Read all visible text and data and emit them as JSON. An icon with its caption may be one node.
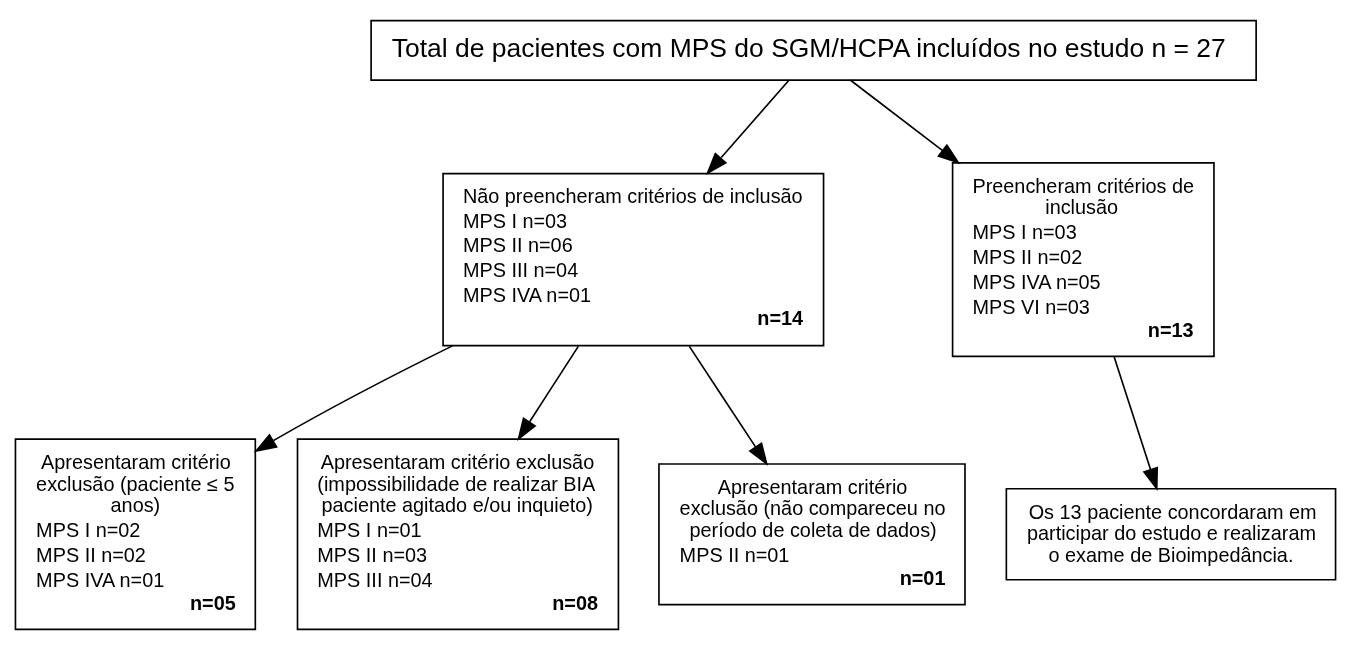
{
  "diagram": {
    "nodes": [
      {
        "text": [
          "Total de pacientes com MPS do SGM/HCPA incluídos no estudo n = 27"
        ]
      },
      {
        "text": [
          "Não preencheram critérios de inclusão",
          "MPS I n=03",
          "MPS II n=06",
          "MPS III n=04",
          "MPS IVA n=01",
          "n=14"
        ]
      },
      {
        "text": [
          "Preencheram critérios de inclusão",
          "MPS I n=03",
          "MPS II n=02",
          "MPS IVA n=05",
          "MPS VI n=03",
          "n=13"
        ]
      },
      {
        "text": [
          "Apresentaram critério exclusão (paciente ≤ 5 anos)",
          "MPS I n=02",
          "MPS II n=02",
          "MPS IVA n=01",
          "n=05"
        ]
      },
      {
        "text": [
          "Apresentaram critério exclusão (impossibilidade de realizar BIA paciente agitado e/ou inquieto)",
          "MPS I n=01",
          "MPS II n=03",
          "MPS III n=04",
          "n=08"
        ]
      },
      {
        "text": [
          "Apresentaram critério exclusão (não compareceu no período de coleta de dados)",
          "MPS II n=01",
          "n=01"
        ]
      },
      {
        "text": [
          "Os 13 paciente concordaram em participar do estudo e realizaram o exame de Bioimpedância."
        ]
      }
    ],
    "edges": [
      {
        "from": 0,
        "to": 1,
        "arrow": "to"
      },
      {
        "from": 0,
        "to": 2,
        "arrow": "to"
      },
      {
        "from": 1,
        "to": 3,
        "arrow": "to"
      },
      {
        "from": 1,
        "to": 4,
        "arrow": "to"
      },
      {
        "from": 1,
        "to": 5,
        "arrow": "to"
      },
      {
        "from": 2,
        "to": 6,
        "arrow": "to"
      }
    ]
  }
}
